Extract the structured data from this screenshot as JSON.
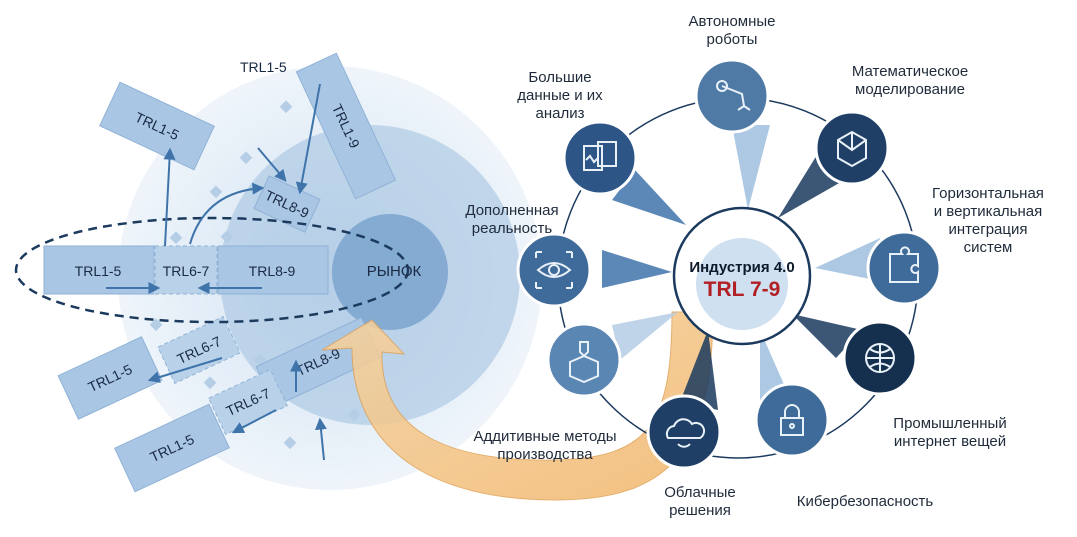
{
  "left_diagram": {
    "market_label": "РЫНОК",
    "pipeline": {
      "stage1": "TRL1-5",
      "stage2": "TRL6-7",
      "stage3": "TRL8-9"
    },
    "floating_labels": [
      "TRL1-5",
      "TRL1-5",
      "TRL1-9",
      "TRL8-9",
      "TRL1-5",
      "TRL6-7",
      "TRL8-9",
      "TRL6-7",
      "TRL1-5"
    ]
  },
  "hub": {
    "title": "Индустрия 4.0",
    "trl": "TRL 7-9"
  },
  "technologies": [
    {
      "id": "robots",
      "lines": [
        "Автономные",
        "роботы"
      ],
      "icon": "robot-arm-icon"
    },
    {
      "id": "modeling",
      "lines": [
        "Математическое",
        "моделирование"
      ],
      "icon": "cube-grid-icon"
    },
    {
      "id": "integration",
      "lines": [
        "Горизонтальная",
        "и вертикальная",
        "интеграция",
        "систем"
      ],
      "icon": "puzzle-icon"
    },
    {
      "id": "iot",
      "lines": [
        "Промышленный",
        "интернет вещей"
      ],
      "icon": "globe-network-icon"
    },
    {
      "id": "cyber",
      "lines": [
        "Кибербезопасность"
      ],
      "icon": "padlock-icon"
    },
    {
      "id": "cloud",
      "lines": [
        "Облачные",
        "решения"
      ],
      "icon": "cloud-icon"
    },
    {
      "id": "additive",
      "lines": [
        "Аддитивные методы",
        "производства"
      ],
      "icon": "3d-printer-icon"
    },
    {
      "id": "ar",
      "lines": [
        "Дополненная",
        "реальность"
      ],
      "icon": "eye-icon"
    },
    {
      "id": "bigdata",
      "lines": [
        "Большие",
        "данные и их",
        "анализ"
      ],
      "icon": "chart-documents-icon"
    }
  ],
  "colors": {
    "accent_red": "#b21f24",
    "navy": "#1b3a5e",
    "box_blue": "#a9c6e4",
    "arrow_orange": "#f6c988"
  }
}
